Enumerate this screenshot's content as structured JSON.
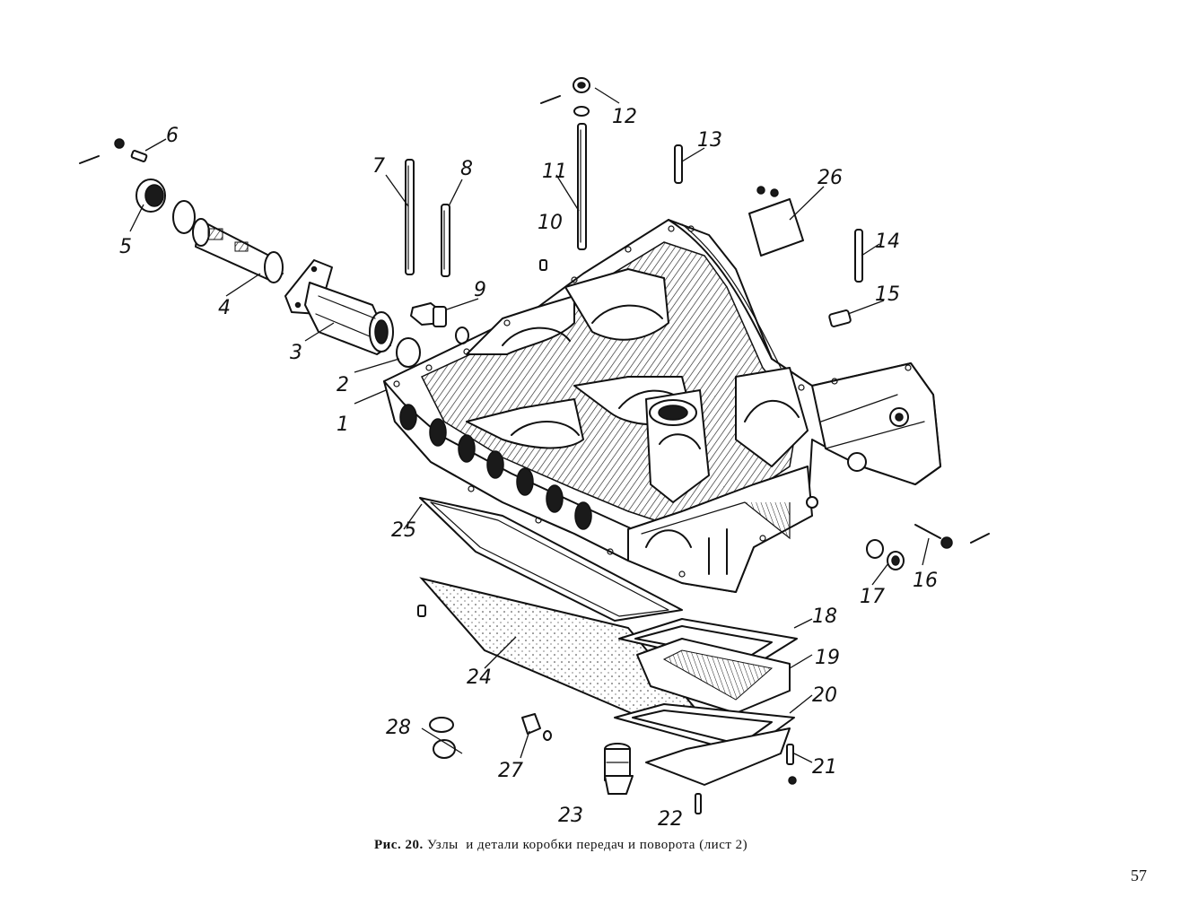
{
  "caption": {
    "prefix": "Рис. 20.",
    "text": "Узлы  и детали коробки передач и поворота (лист 2)"
  },
  "page_number": "57",
  "part_labels": [
    "1",
    "2",
    "3",
    "4",
    "5",
    "6",
    "7",
    "8",
    "9",
    "10",
    "11",
    "12",
    "13",
    "14",
    "15",
    "16",
    "17",
    "18",
    "19",
    "20",
    "21",
    "22",
    "23",
    "24",
    "25",
    "26",
    "27",
    "28"
  ]
}
